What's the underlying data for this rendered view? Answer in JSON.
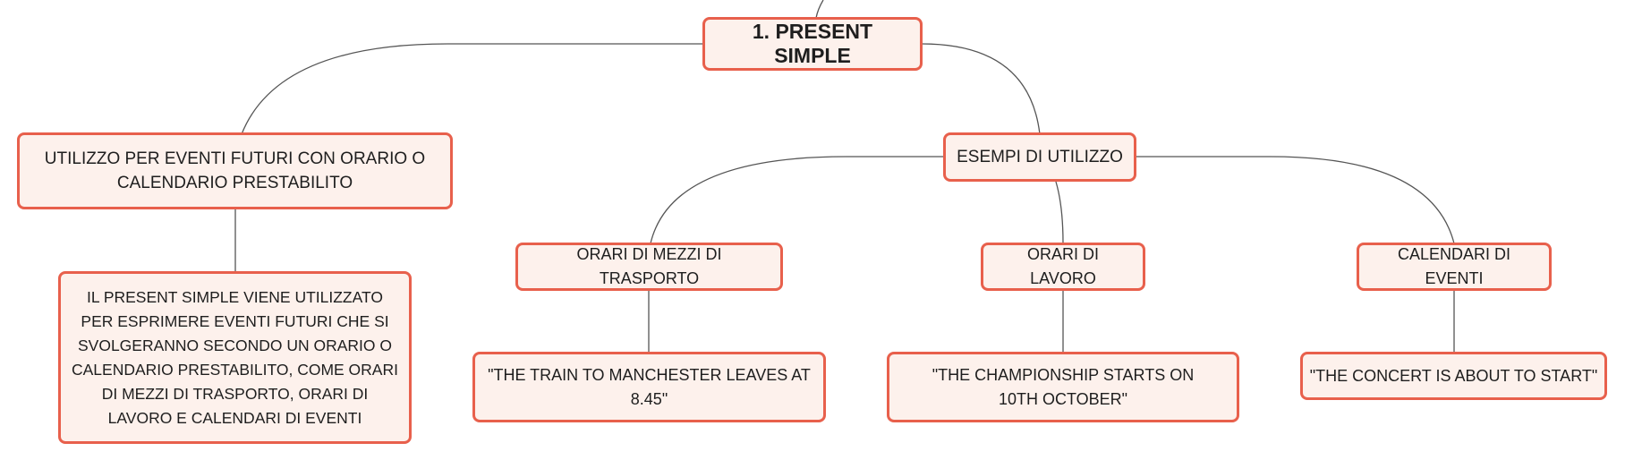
{
  "colors": {
    "node_border": "#e8604c",
    "node_fill": "#fdf1ec",
    "connector": "#555555"
  },
  "diagram": {
    "root": {
      "label": "1. PRESENT SIMPLE"
    },
    "usage": {
      "label": "UTILIZZO PER EVENTI FUTURI CON ORARIO O CALENDARIO PRESTABILITO"
    },
    "usage_detail": {
      "label": "IL PRESENT SIMPLE VIENE UTILIZZATO PER ESPRIMERE EVENTI FUTURI CHE SI SVOLGERANNO SECONDO UN ORARIO O CALENDARIO PRESTABILITO, COME ORARI DI MEZZI DI TRASPORTO, ORARI DI LAVORO E CALENDARI DI EVENTI"
    },
    "examples": {
      "label": "ESEMPI DI UTILIZZO"
    },
    "transport": {
      "label": "ORARI DI MEZZI DI TRASPORTO"
    },
    "transport_example": {
      "label": "\"THE TRAIN TO MANCHESTER LEAVES AT 8.45\""
    },
    "work": {
      "label": "ORARI DI LAVORO"
    },
    "work_example": {
      "label": "\"THE CHAMPIONSHIP STARTS ON 10TH OCTOBER\""
    },
    "events": {
      "label": "CALENDARI DI EVENTI"
    },
    "events_example": {
      "label": "\"THE CONCERT IS ABOUT TO START\""
    }
  }
}
